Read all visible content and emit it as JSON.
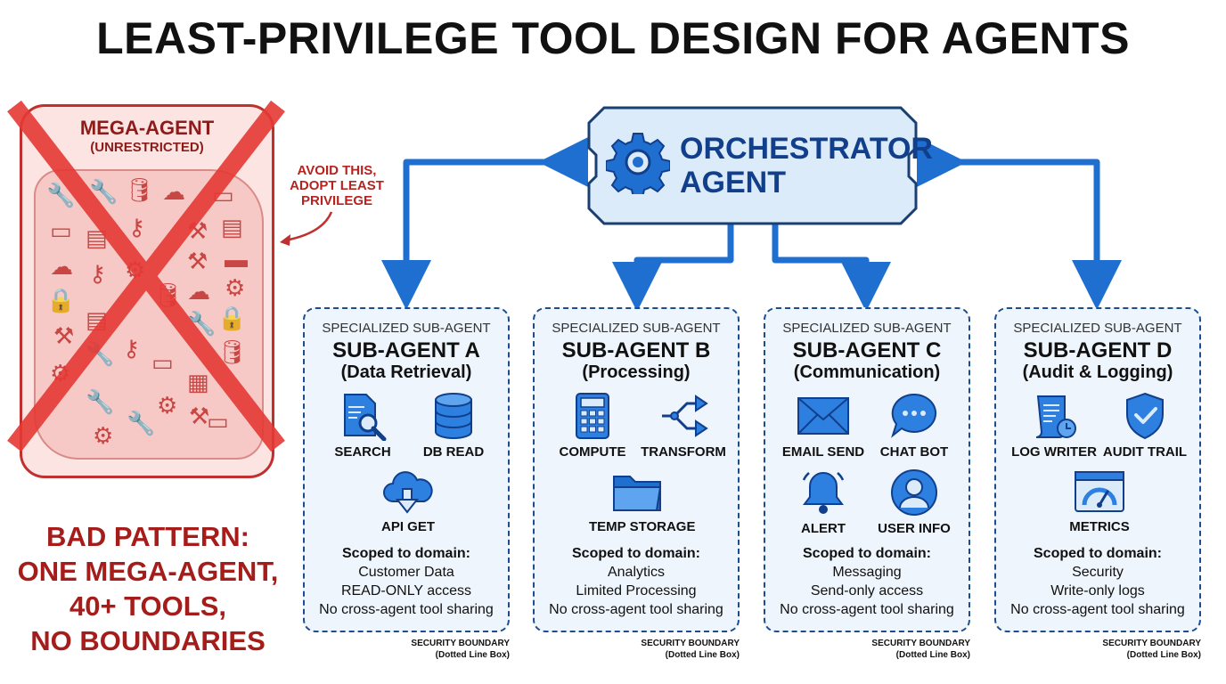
{
  "title": "LEAST-PRIVILEGE TOOL DESIGN FOR AGENTS",
  "mega_agent": {
    "title": "MEGA-AGENT",
    "subtitle": "(UNRESTRICTED)",
    "note_lines": [
      "AVOID THIS,",
      "ADOPT LEAST",
      "PRIVILEGE"
    ],
    "bad_pattern_lines": [
      "BAD PATTERN:",
      "ONE MEGA-AGENT,",
      "40+ TOOLS,",
      "NO BOUNDARIES"
    ]
  },
  "orchestrator": {
    "lines": [
      "ORCHESTRATOR",
      "AGENT"
    ]
  },
  "agents": [
    {
      "kicker": "SPECIALIZED SUB-AGENT",
      "name": "SUB-AGENT A",
      "role": "(Data Retrieval)",
      "tools": [
        {
          "label": "SEARCH",
          "icon": "search-icon"
        },
        {
          "label": "DB READ",
          "icon": "database-icon"
        },
        {
          "label": "API GET",
          "icon": "cloud-download-icon"
        }
      ],
      "scope_heading": "Scoped to domain:",
      "scope_lines": [
        "Customer Data",
        "READ-ONLY access",
        "No cross-agent tool sharing"
      ]
    },
    {
      "kicker": "SPECIALIZED SUB-AGENT",
      "name": "SUB-AGENT B",
      "role": "(Processing)",
      "tools": [
        {
          "label": "COMPUTE",
          "icon": "calculator-icon"
        },
        {
          "label": "TRANSFORM",
          "icon": "transform-icon"
        },
        {
          "label": "TEMP STORAGE",
          "icon": "folder-icon"
        }
      ],
      "scope_heading": "Scoped to domain:",
      "scope_lines": [
        "Analytics",
        "Limited Processing",
        "No cross-agent tool sharing"
      ]
    },
    {
      "kicker": "SPECIALIZED SUB-AGENT",
      "name": "SUB-AGENT C",
      "role": "(Communication)",
      "tools": [
        {
          "label": "EMAIL SEND",
          "icon": "envelope-icon"
        },
        {
          "label": "CHAT BOT",
          "icon": "chat-bubble-icon"
        },
        {
          "label": "ALERT",
          "icon": "bell-icon"
        },
        {
          "label": "USER INFO",
          "icon": "user-icon"
        }
      ],
      "scope_heading": "Scoped to domain:",
      "scope_lines": [
        "Messaging",
        "Send-only access",
        "No cross-agent tool sharing"
      ]
    },
    {
      "kicker": "SPECIALIZED SUB-AGENT",
      "name": "SUB-AGENT D",
      "role": "(Audit & Logging)",
      "tools": [
        {
          "label": "LOG WRITER",
          "icon": "log-scroll-icon"
        },
        {
          "label": "AUDIT TRAIL",
          "icon": "shield-check-icon"
        },
        {
          "label": "METRICS",
          "icon": "gauge-icon"
        }
      ],
      "scope_heading": "Scoped to domain:",
      "scope_lines": [
        "Security",
        "Write-only logs",
        "No cross-agent tool sharing"
      ]
    }
  ],
  "boundary_label": [
    "SECURITY BOUNDARY",
    "(Dotted Line Box)"
  ],
  "colors": {
    "accent_blue": "#1f6fd1",
    "dark_blue": "#113f8c",
    "warning_red": "#e53935",
    "dark_red": "#a51d1b"
  }
}
